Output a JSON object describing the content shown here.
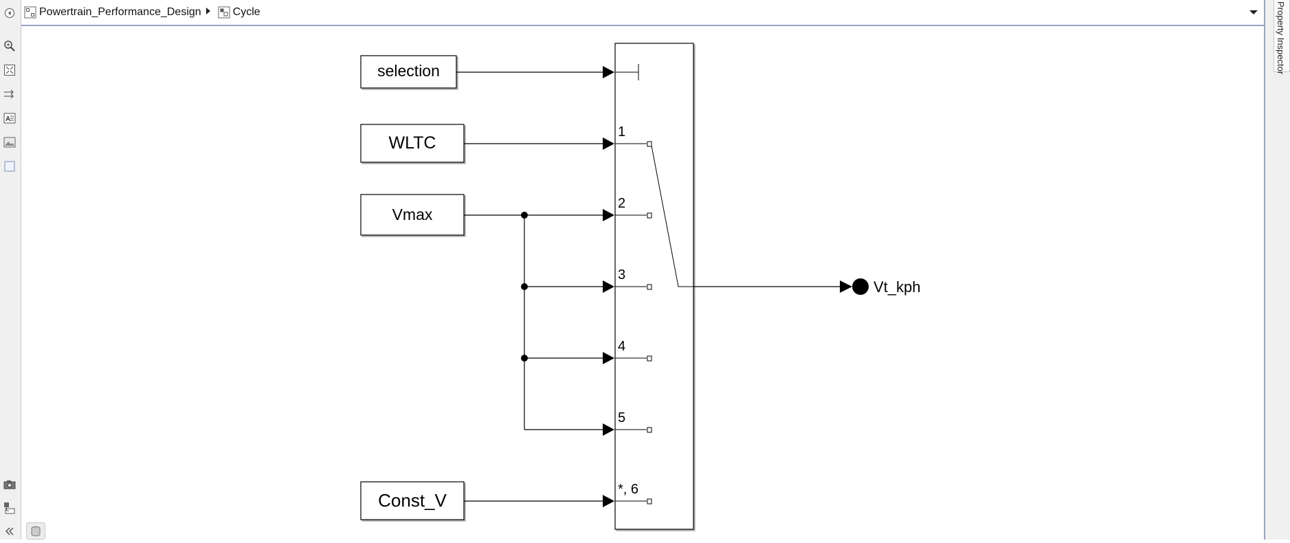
{
  "breadcrumb": {
    "model": "Powertrain_Performance_Design",
    "subsystem": "Cycle"
  },
  "property_inspector": {
    "label": "Property Inspector"
  },
  "tools": [
    "back-icon",
    "zoom-icon",
    "fit-view-icon",
    "arrows-icon",
    "annotation-icon",
    "image-icon",
    "area-icon",
    "camera-icon",
    "explorer-icon",
    "collapse-icon"
  ],
  "diagram": {
    "blocks": {
      "selection": "selection",
      "wltc": "WLTC",
      "vmax": "Vmax",
      "const_v": "Const_V"
    },
    "switch_ports": [
      "1",
      "2",
      "3",
      "4",
      "5",
      "*, 6"
    ],
    "output": "Vt_kph"
  },
  "colors": {
    "border": "#9aa4bf",
    "line": "#000000"
  }
}
